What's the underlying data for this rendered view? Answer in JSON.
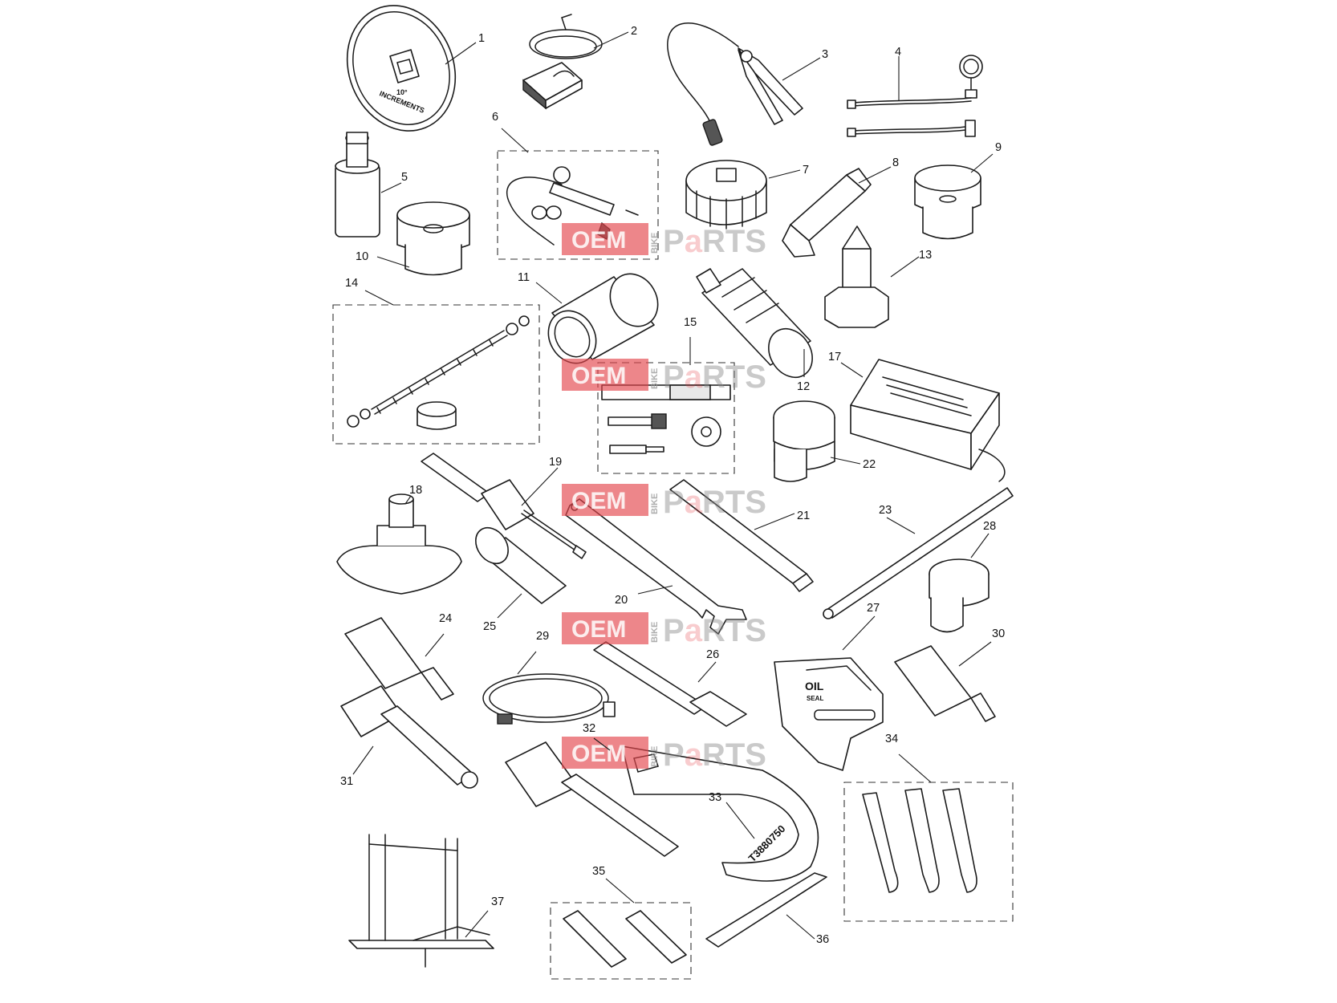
{
  "callouts": [
    "1",
    "2",
    "3",
    "4",
    "5",
    "6",
    "7",
    "8",
    "9",
    "10",
    "11",
    "12",
    "13",
    "14",
    "15",
    "17",
    "18",
    "19",
    "20",
    "21",
    "22",
    "23",
    "24",
    "25",
    "26",
    "27",
    "28",
    "29",
    "30",
    "31",
    "32",
    "33",
    "34",
    "35",
    "36",
    "37"
  ],
  "engravings": {
    "protractor_angle": "10°",
    "protractor_text": "INCREMENTS",
    "guide_oil": "OIL",
    "guide_seal": "SEAL",
    "wrench_part_number": "T3880750"
  },
  "watermark": {
    "oem": "OEM",
    "bike": "BIKE",
    "parts_p": "P",
    "parts_a": "a",
    "parts_rest": "RTS"
  },
  "colors": {
    "line": "#1a1a1a",
    "watermark_red": "#e4454b",
    "watermark_grey": "#8c8c8c"
  }
}
